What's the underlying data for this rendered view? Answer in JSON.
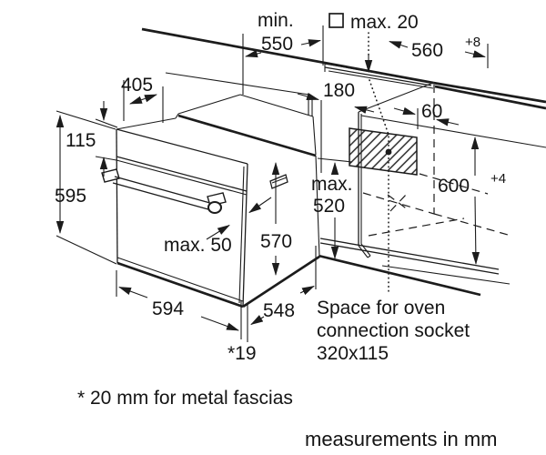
{
  "diagram": {
    "title_hint": "built-in oven installation drawing",
    "labels": {
      "min550_line1": "min.",
      "min550_line2": "550",
      "max20": "max. 20",
      "d560": "560",
      "d560_tol": "+8",
      "d405": "405",
      "d180": "180",
      "d60": "60",
      "d115": "115",
      "d595": "595",
      "max520_line1": "max.",
      "max520_line2": "520",
      "d600": "600",
      "d600_tol": "+4",
      "d570": "570",
      "max50": "max. 50",
      "d594": "594",
      "d548": "548",
      "d19": "*19",
      "socket_line1": "Space for oven",
      "socket_line2": "connection socket",
      "socket_line3": "320x115"
    },
    "notes": {
      "footnote": "* 20 mm for metal fascias",
      "units": "measurements in mm"
    },
    "colors": {
      "line": "#1c1c1c",
      "background": "#ffffff"
    }
  }
}
